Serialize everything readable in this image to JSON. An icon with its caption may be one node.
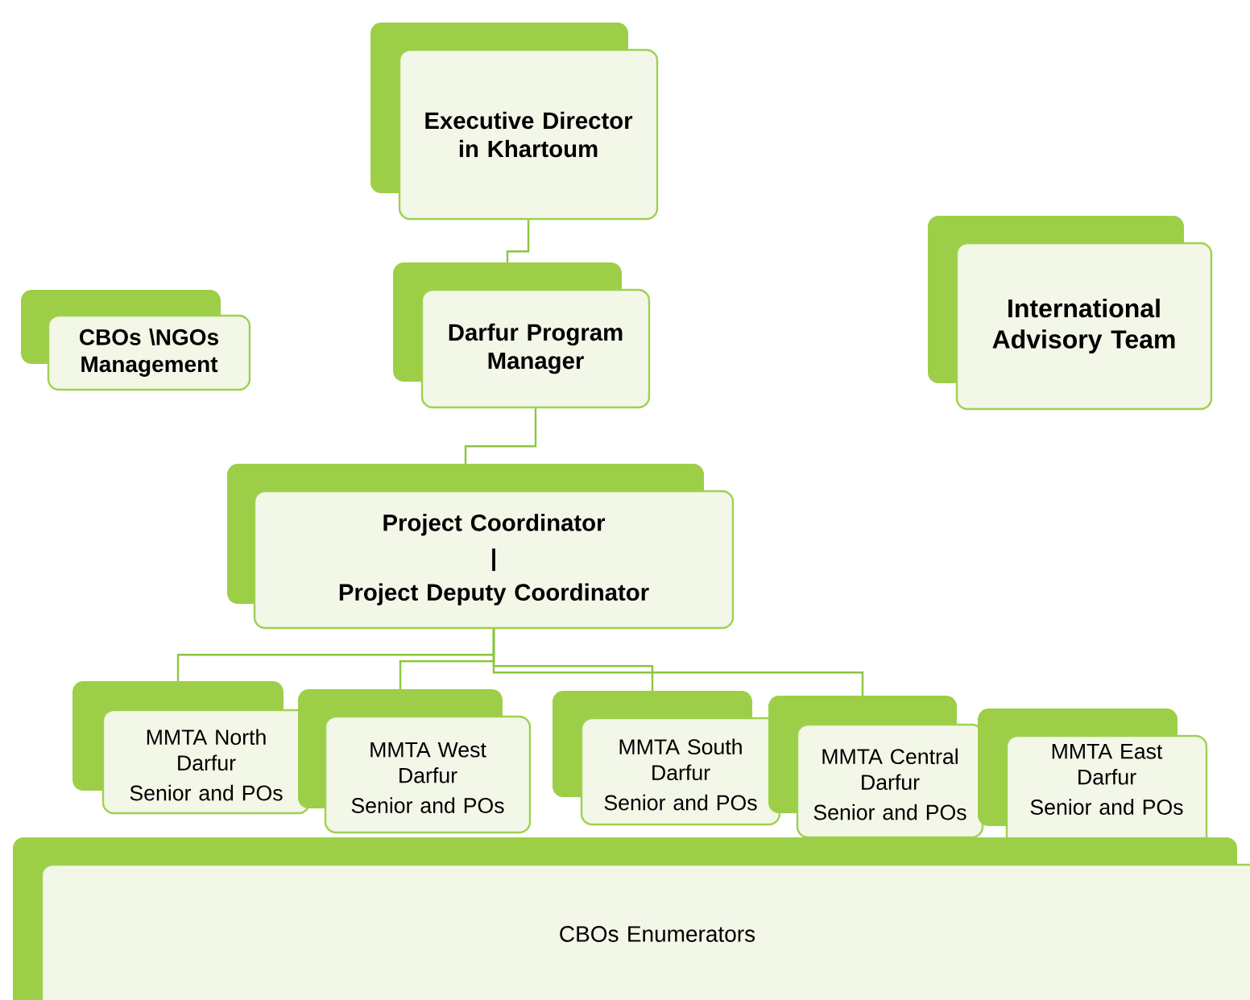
{
  "diagram": {
    "nodes": [
      {
        "text": [
          "Executive Director in Khartoum"
        ]
      },
      {
        "text": [
          "Darfur Program Manager"
        ]
      },
      {
        "text": [
          "CBOs \\NGOs Management"
        ]
      },
      {
        "text": [
          "International Advisory Team"
        ]
      },
      {
        "text": [
          "Project Coordinator",
          "|",
          "Project Deputy Coordinator"
        ]
      },
      {
        "text": [
          "MMTA North Darfur",
          "Senior and POs"
        ]
      },
      {
        "text": [
          "MMTA West Darfur",
          "Senior and POs"
        ]
      },
      {
        "text": [
          "MMTA South Darfur",
          "Senior and POs"
        ]
      },
      {
        "text": [
          "MMTA Central Darfur",
          "Senior and POs"
        ]
      },
      {
        "text": [
          "MMTA East Darfur",
          "Senior and POs"
        ]
      },
      {
        "text": [
          "CBOs Enumerators"
        ]
      }
    ],
    "edges": [
      {
        "from": 0,
        "to": 1,
        "arrow": "none"
      },
      {
        "from": 1,
        "to": 4,
        "arrow": "none"
      },
      {
        "from": 4,
        "to": 5,
        "arrow": "none"
      },
      {
        "from": 4,
        "to": 6,
        "arrow": "none"
      },
      {
        "from": 4,
        "to": 7,
        "arrow": "none"
      },
      {
        "from": 4,
        "to": 8,
        "arrow": "none"
      }
    ]
  }
}
